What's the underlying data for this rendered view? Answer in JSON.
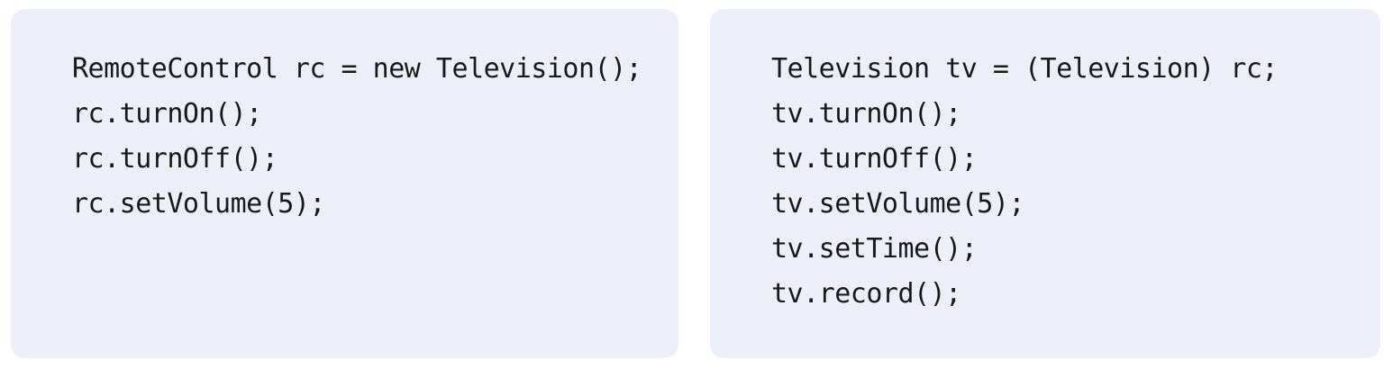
{
  "colors": {
    "page_background": "#FFFFFF",
    "panel_background": "#ECEFF8",
    "code_text": "#17191C"
  },
  "panels": {
    "left": {
      "name": "remote-control-upcast-snippet",
      "lines": {
        "0": "RemoteControl rc = new Television();",
        "1": "rc.turnOn();",
        "2": "rc.turnOff();",
        "3": "rc.setVolume(5);"
      }
    },
    "right": {
      "name": "television-downcast-snippet",
      "lines": {
        "0": "Television tv = (Television) rc;",
        "1": "tv.turnOn();",
        "2": "tv.turnOff();",
        "3": "tv.setVolume(5);",
        "4": "tv.setTime();",
        "5": "tv.record();"
      }
    }
  }
}
